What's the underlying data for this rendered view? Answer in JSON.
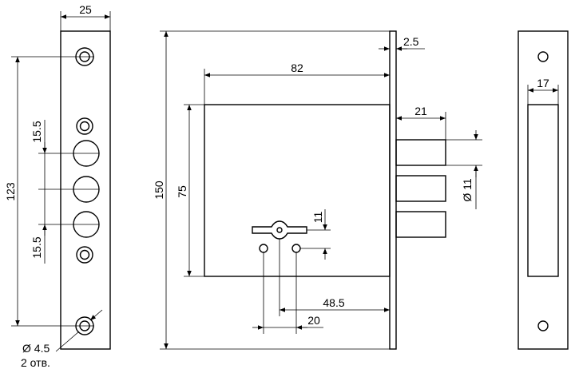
{
  "dimensions": {
    "plate_width": "25",
    "mount_spacing": "123",
    "upper_hole_spacing": "15.5",
    "lower_hole_spacing": "15.5",
    "mount_hole_dia": "Ø 4.5",
    "mount_hole_count": "2 отв.",
    "overall_height": "150",
    "body_height": "75",
    "body_width": "82",
    "faceplate_thickness": "2.5",
    "bolt_throw": "21",
    "bolt_diameter": "Ø 11",
    "keyhole_height": "11",
    "backset": "48.5",
    "spindle_spacing": "20",
    "strike_width": "17"
  }
}
